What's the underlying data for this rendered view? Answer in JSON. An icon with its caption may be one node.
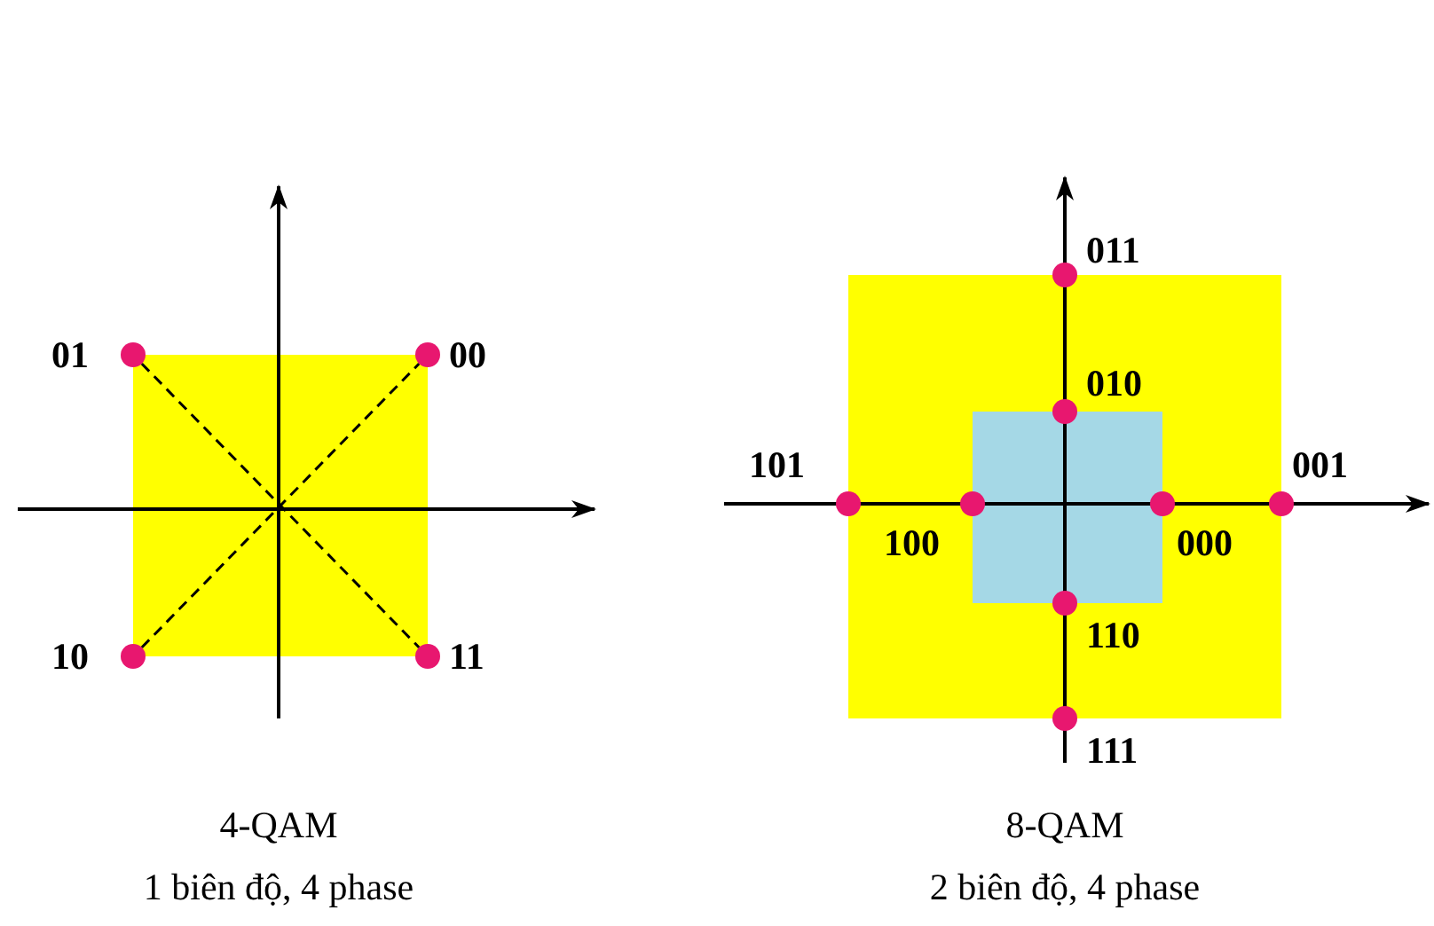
{
  "diagram": {
    "nodes": [
      {
        "text": [],
        "shape": "circle",
        "beside": [
          "01"
        ]
      },
      {
        "text": [],
        "shape": "circle",
        "beside": [
          "00"
        ]
      },
      {
        "text": [],
        "shape": "circle",
        "beside": [
          "10"
        ]
      },
      {
        "text": [],
        "shape": "circle",
        "beside": [
          "11"
        ]
      },
      {
        "text": [],
        "shape": "circle",
        "beside": [
          "011"
        ]
      },
      {
        "text": [],
        "shape": "circle",
        "beside": [
          "010"
        ]
      },
      {
        "text": [],
        "shape": "circle",
        "beside": [
          "101"
        ]
      },
      {
        "text": [],
        "shape": "circle",
        "beside": [
          "100"
        ]
      },
      {
        "text": [],
        "shape": "circle",
        "beside": [
          "000"
        ]
      },
      {
        "text": [],
        "shape": "circle",
        "beside": [
          "001"
        ]
      },
      {
        "text": [],
        "shape": "circle",
        "beside": [
          "110"
        ]
      },
      {
        "text": [],
        "shape": "circle",
        "beside": [
          "111"
        ]
      }
    ],
    "edges": [
      {
        "from": 0,
        "to": 3,
        "arrow": "none",
        "style": "dashed"
      },
      {
        "from": 2,
        "to": 1,
        "arrow": "none",
        "style": "dashed"
      }
    ],
    "labels": [
      "4-QAM",
      "1 biên độ, 4 phase",
      "8-QAM",
      "2 biên độ, 4 phase"
    ]
  }
}
